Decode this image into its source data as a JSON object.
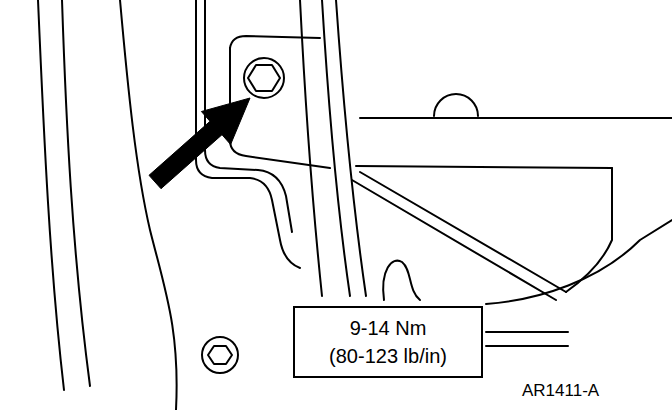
{
  "diagram": {
    "nodes": [
      {
        "text": [
          "9-14 Nm",
          "(80-123 lb/in)"
        ]
      }
    ],
    "labels": [
      "AR1411-A"
    ]
  }
}
